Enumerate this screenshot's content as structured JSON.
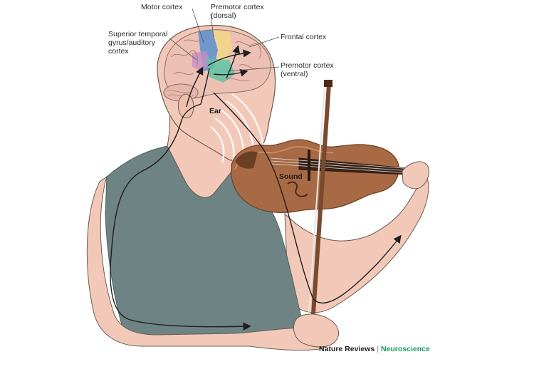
{
  "labels": {
    "motor_cortex": "Motor cortex",
    "premotor_dorsal_line1": "Premotor cortex",
    "premotor_dorsal_line2": "(dorsal)",
    "superior_temporal_line1": "Superior temporal",
    "superior_temporal_line2": "gyrus/auditory",
    "superior_temporal_line3": "cortex",
    "frontal_cortex": "Frontal cortex",
    "premotor_ventral_line1": "Premotor cortex",
    "premotor_ventral_line2": "(ventral)",
    "ear": "Ear",
    "sound": "Sound"
  },
  "credit": {
    "journal": "Nature Reviews",
    "separator": "|",
    "subject": "Neuroscience"
  },
  "colors": {
    "skin": "#f2c9b8",
    "shirt": "#6e8384",
    "violin": "#a86a45",
    "motor_region": "#5b8fd0",
    "premotor_dorsal_region": "#f3d58a",
    "premotor_ventral_region": "#5fc3a6",
    "credit_accent": "#1f9a5a"
  }
}
